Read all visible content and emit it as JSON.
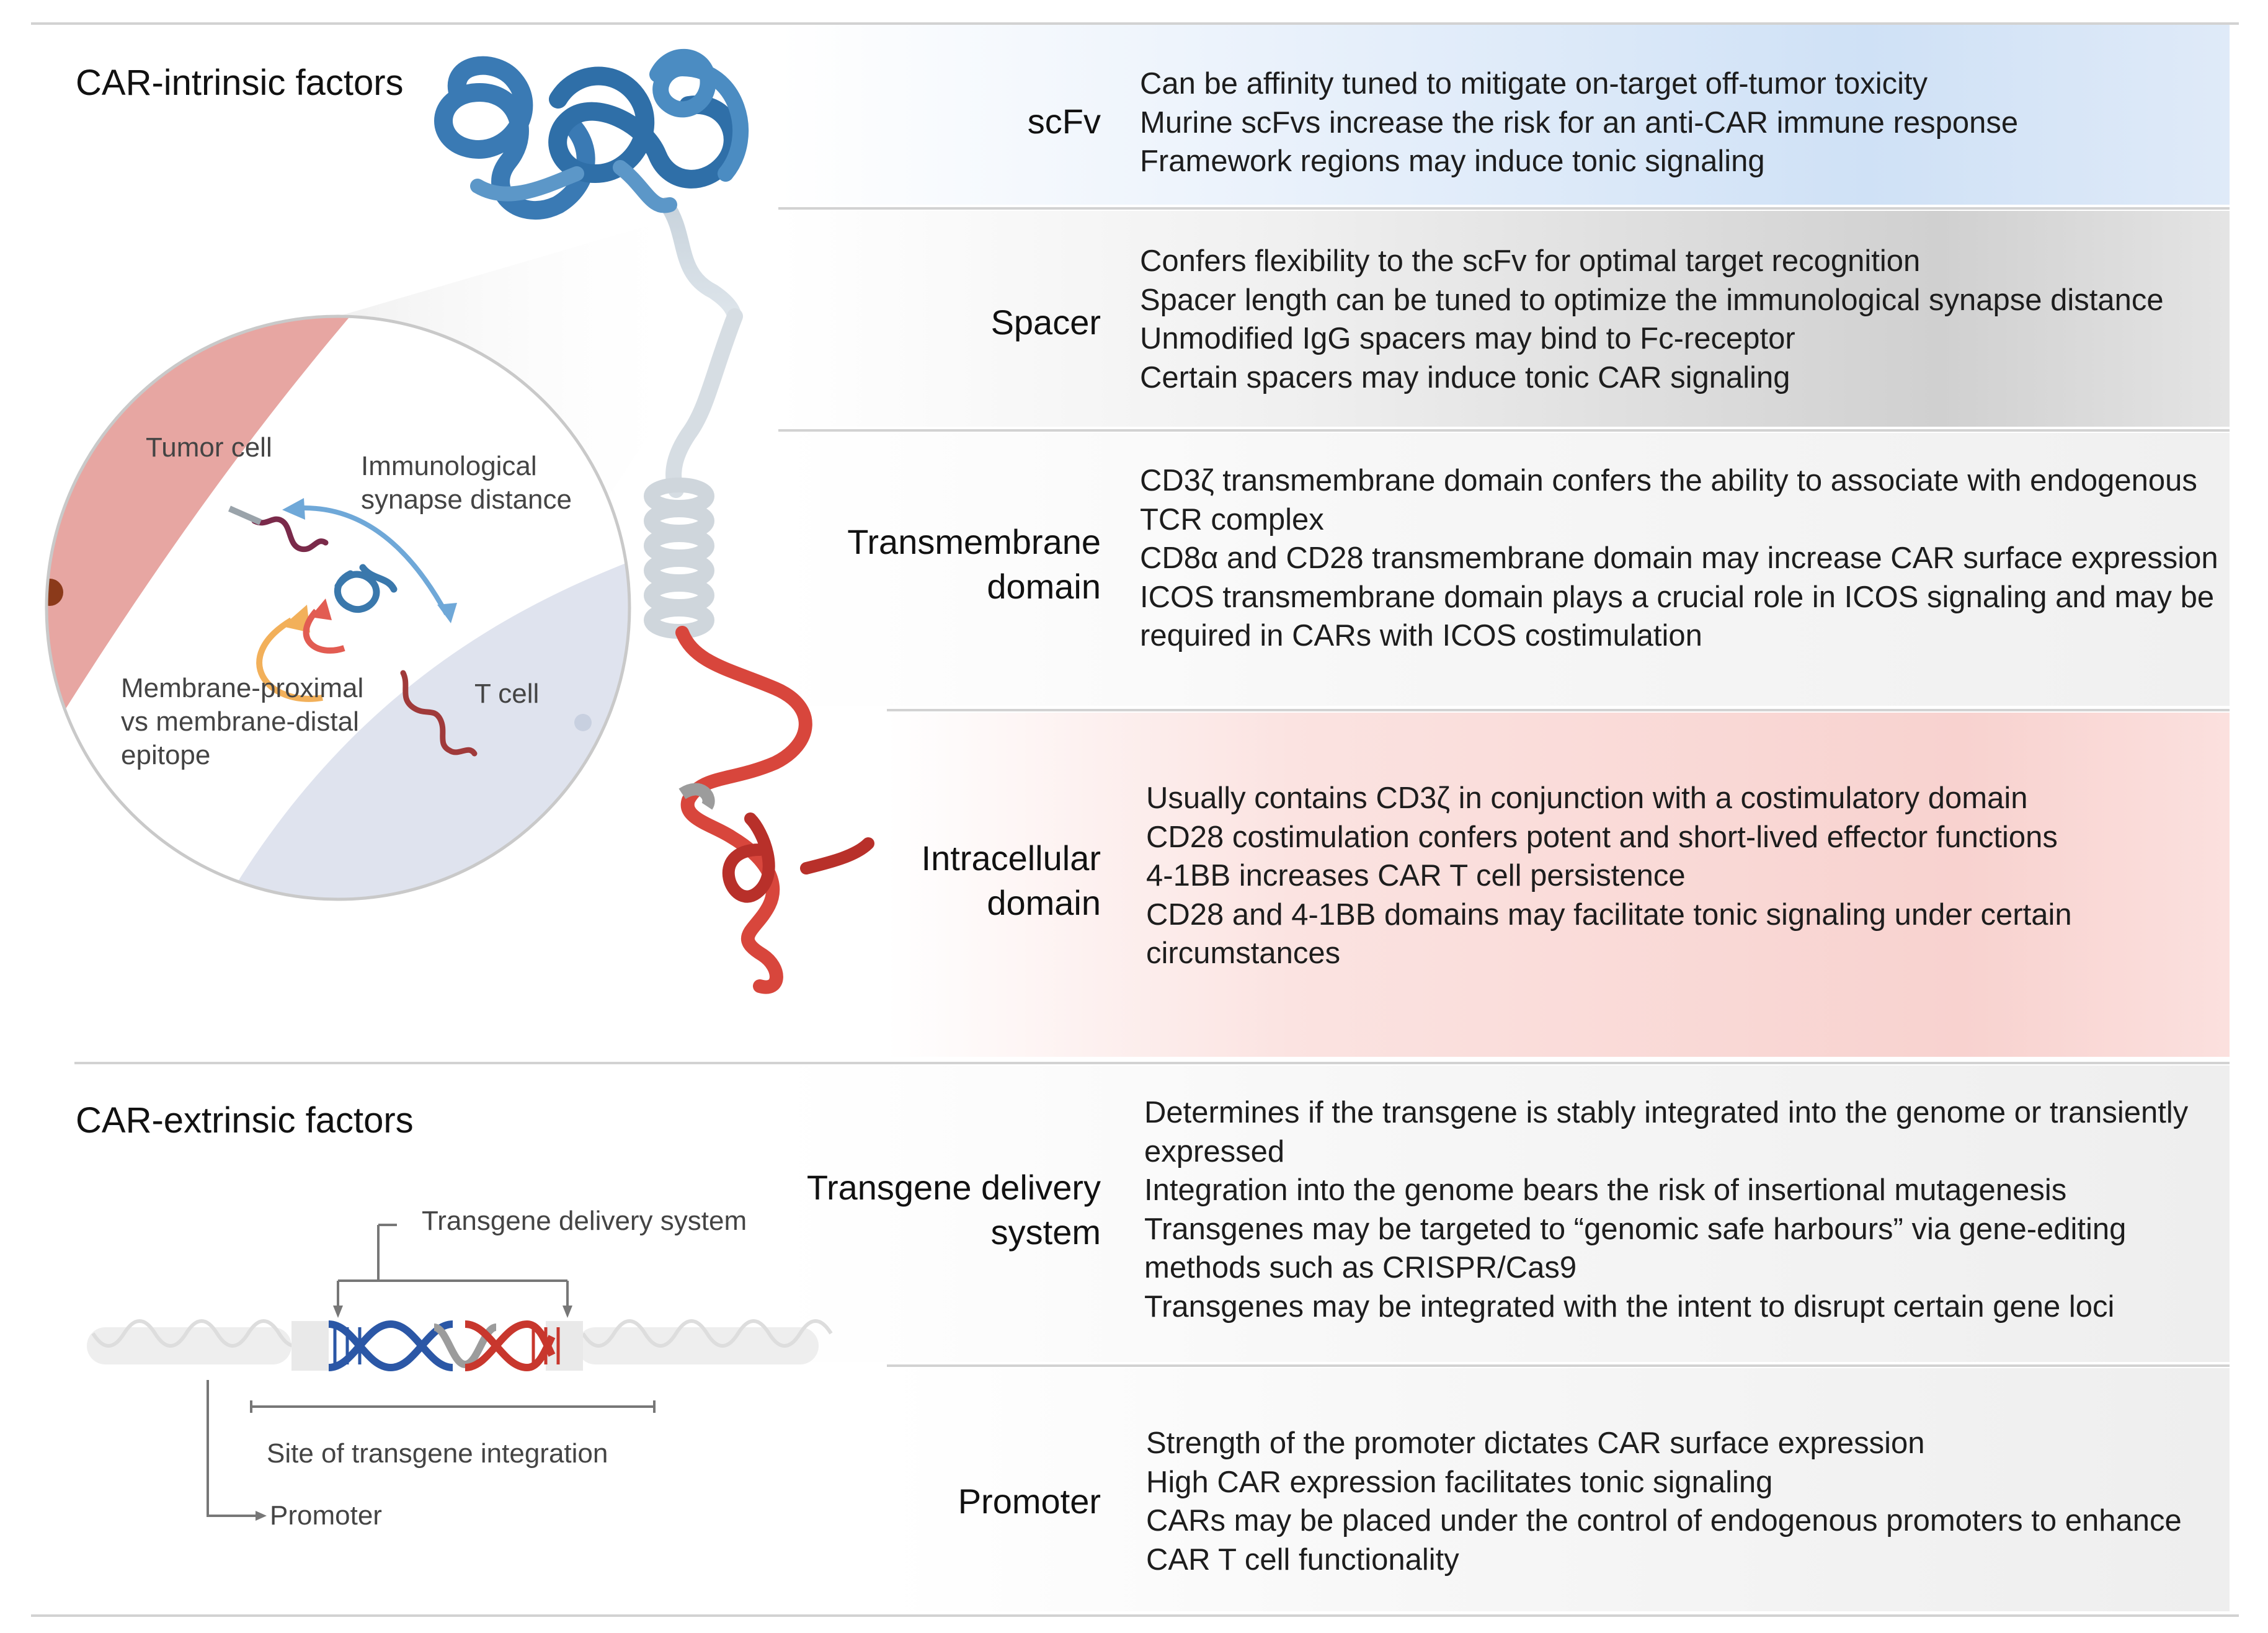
{
  "sections": {
    "intrinsic_title": "CAR-intrinsic factors",
    "extrinsic_title": "CAR-extrinsic factors"
  },
  "rows": [
    {
      "label": [
        "scFv"
      ],
      "lines": [
        "Can be affinity tuned to mitigate on-target off-tumor toxicity",
        "Murine scFvs increase the risk for an anti-CAR immune response",
        "Framework regions may induce tonic signaling"
      ],
      "color": "#cfe0f5"
    },
    {
      "label": [
        "Spacer"
      ],
      "lines": [
        "Confers flexibility to the scFv for optimal target recognition",
        "Spacer length can be tuned to optimize the immunological synapse distance",
        "Unmodified IgG spacers may bind to Fc-receptor",
        "Certain spacers may induce tonic CAR signaling"
      ],
      "color": "#c9c9c9"
    },
    {
      "label": [
        "Transmembrane",
        "domain"
      ],
      "lines": [
        "CD3ζ transmembrane domain confers the ability to associate with endogenous",
        "TCR complex",
        "CD8α and CD28 transmembrane domain may increase CAR surface expression",
        "ICOS transmembrane domain plays a crucial role in ICOS signaling and may be",
        "required in CARs with ICOS costimulation"
      ],
      "color": "#eeeeee"
    },
    {
      "label": [
        "Intracellular",
        "domain"
      ],
      "lines": [
        "Usually contains CD3ζ in conjunction with a costimulatory domain",
        "CD28 costimulation confers potent and short-lived effector functions",
        "4-1BB increases CAR T cell persistence",
        "CD28 and 4-1BB domains may facilitate tonic signaling under certain",
        "circumstances"
      ],
      "color": "#f9cfcc"
    },
    {
      "label": [
        "Transgene delivery",
        "system"
      ],
      "lines": [
        "Determines if the transgene is stably integrated into the genome or transiently",
        "expressed",
        "Integration into the genome bears the risk of insertional mutagenesis",
        "Transgenes may be targeted to “genomic safe harbours” via gene-editing",
        "methods such as CRISPR/Cas9",
        "Transgenes may be integrated with the intent to disrupt certain gene loci"
      ],
      "color": "#ececec"
    },
    {
      "label": [
        "Promoter"
      ],
      "lines": [
        "Strength of the promoter dictates CAR surface expression",
        "High CAR expression facilitates tonic signaling",
        "CARs may be placed under the control of endogenous promoters to enhance",
        "CAR T cell functionality"
      ],
      "color": "#ececec"
    }
  ],
  "inset": {
    "tumor_cell": "Tumor cell",
    "synapse": [
      "Immunological",
      "synapse distance"
    ],
    "t_cell": "T cell",
    "epitope": [
      "Membrane-proximal",
      "vs membrane-distal",
      "epitope"
    ]
  },
  "dna": {
    "delivery_system": "Transgene delivery system",
    "integration_site": "Site of transgene integration",
    "promoter": "Promoter"
  },
  "colors": {
    "blue": "#2f6fa8",
    "red": "#c8372d",
    "grey": "#bfbfbf"
  }
}
